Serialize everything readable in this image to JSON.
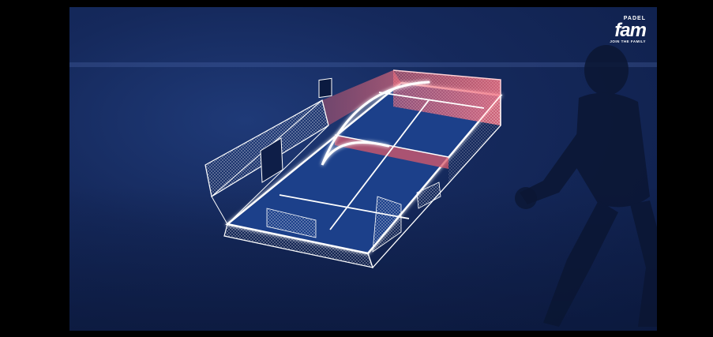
{
  "logo": {
    "line1": "PADEL",
    "line2": "fam",
    "line3": "JOIN THE FAMILY"
  },
  "colors": {
    "background": "#15295c",
    "court": "#1e3f8a",
    "court_lines": "#ffffff",
    "highlight_wall": "#e8606e"
  }
}
